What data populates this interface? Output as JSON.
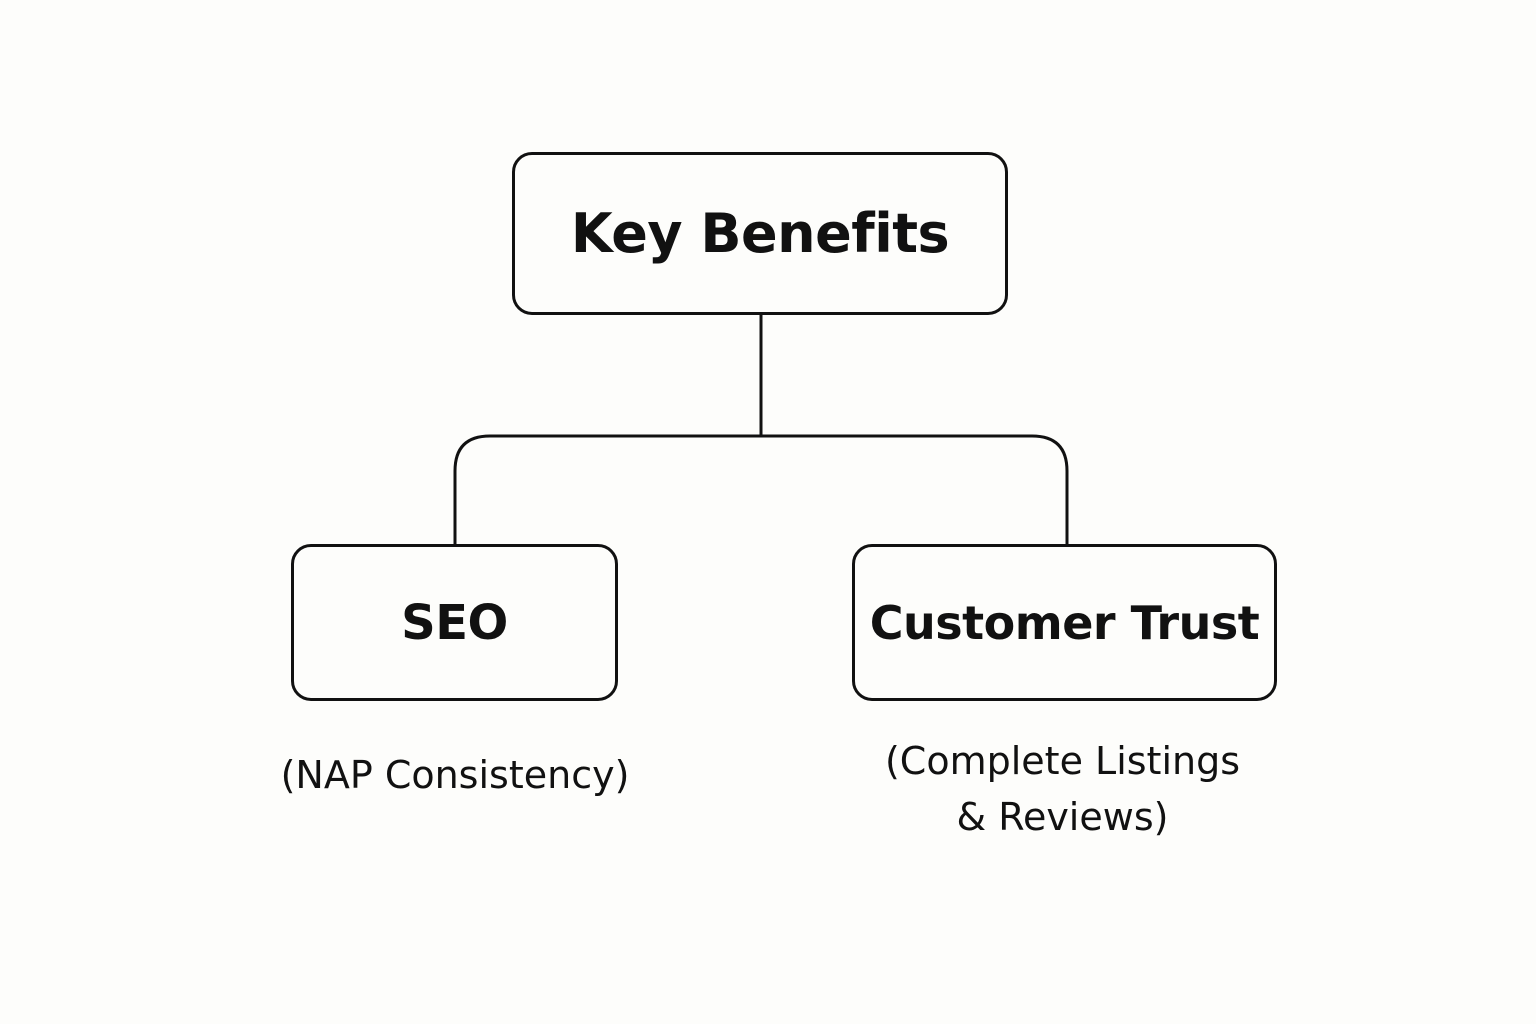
{
  "root": {
    "label": "Key Benefits"
  },
  "children": [
    {
      "label": "SEO",
      "caption": "(NAP Consistency)"
    },
    {
      "label": "Customer Trust",
      "caption_line1": "(Complete Listings",
      "caption_line2": "& Reviews)"
    }
  ],
  "colors": {
    "stroke": "#111111",
    "background": "#fdfdfb"
  }
}
